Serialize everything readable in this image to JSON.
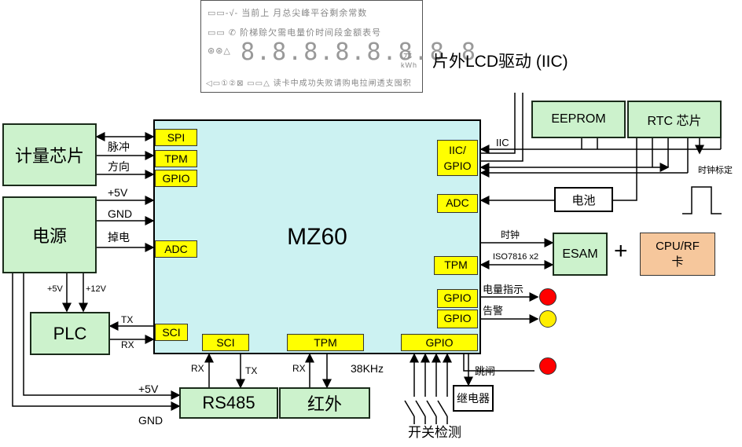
{
  "lcd": {
    "row1": "当前上 月总尖峰平谷剩余常数",
    "row2": "阶梯赊欠需电量价时间段金额表号",
    "digits": "8.8.8.8.8.8.8.8",
    "unit_yuan": "元",
    "unit_kwh": "kWh",
    "row4": "读卡中成功失败请购电拉闸透支囤积",
    "caption": "片外LCD驱动 (IIC)"
  },
  "blocks": {
    "metering": "计量芯片",
    "power": "电源",
    "plc": "PLC",
    "rs485": "RS485",
    "infrared": "红外",
    "mcu": "MZ60",
    "eeprom": "EEPROM",
    "rtc": "RTC 芯片",
    "battery": "电池",
    "esam": "ESAM",
    "card": "CPU/RF\n卡",
    "relay": "继电器",
    "plus": "+"
  },
  "ports": {
    "spi": "SPI",
    "tpm_left": "TPM",
    "gpio_left": "GPIO",
    "adc_left": "ADC",
    "sci_left": "SCI",
    "sci_bottom": "SCI",
    "tpm_bottom": "TPM",
    "gpio_bottom": "GPIO",
    "iic_gpio_1": "IIC/",
    "iic_gpio_2": "GPIO",
    "adc_right": "ADC",
    "tpm_right": "TPM",
    "gpio_r1": "GPIO",
    "gpio_r2": "GPIO"
  },
  "labels": {
    "pulse": "脉冲",
    "direction": "方向",
    "p5v": "+5V",
    "gnd": "GND",
    "powerdown": "掉电",
    "plc_5v": "+5V",
    "plc_12v": "+12V",
    "tx": "TX",
    "rx": "RX",
    "rs485_rx": "RX",
    "rs485_tx": "TX",
    "ir_rx": "RX",
    "khz": "38KHz",
    "bottom_5v": "+5V",
    "bottom_gnd": "GND",
    "iic": "IIC",
    "clock": "时钟",
    "iso": "ISO7816 x2",
    "clock_cal": "时钟标定",
    "energy_ind": "电量指示",
    "alarm": "告警",
    "trip": "跳闸",
    "switch_detect": "开关检测"
  },
  "colors": {
    "red_lamp": "#ff0000",
    "yellow_lamp": "#ffee00"
  }
}
